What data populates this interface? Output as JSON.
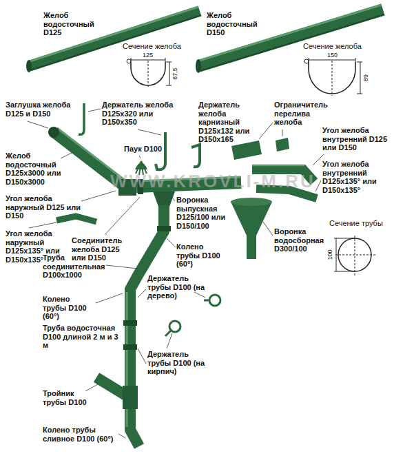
{
  "diagram": {
    "labels": [
      "Желоб водосточный D125",
      "Сечение желоба",
      "125",
      "67,5",
      "Желоб водосточный D150",
      "Сечение желоба",
      "150",
      "89",
      "Заглушка желоба D125 и D150",
      "Держатель желоба D125x320 или D150x350",
      "Держатель желоба карнизный D125x132 или D150x165",
      "Ограничитель перелива желоба",
      "Паук D100",
      "Угол желоба внутренний D125 или D150",
      "Желоб водосточный D125x3000 или D150x3000",
      "Угол желоба внутренний D125x135° или D150x135°",
      "Угол желоба наружный D125 или D150",
      "Воронка выпускная D125/100 или D150/100",
      "Угол желоба наружный D125x135° или D150x135°",
      "Соединитель желоба D125 или D150",
      "Колено трубы D100 (60°)",
      "Сечение трубы",
      "100",
      "Воронка водосборная D300/100",
      "Труба соединительная D100x1000",
      "Держатель трубы D100 (на дерево)",
      "Колено трубы D100 (60°)",
      "Труба водосточная D100 длиной 2 м и 3 м",
      "Держатель трубы D100 (на кирпич)",
      "Тройник трубы D100",
      "Колено трубы сливное D100 (60°)",
      "WWW.KROVLI-M.RU"
    ]
  }
}
